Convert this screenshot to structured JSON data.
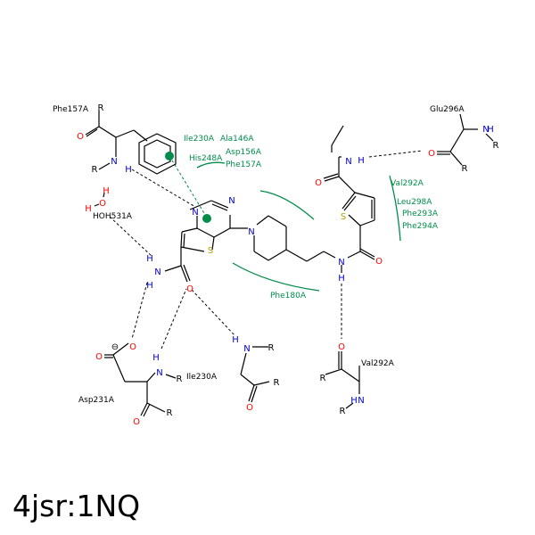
{
  "caption": "4jsr:1NQ",
  "colors": {
    "bond": "#000000",
    "nitrogen": "#0000cc",
    "oxygen": "#ff0000",
    "sulfur": "#b3a200",
    "hydrophobic": "#008c4a",
    "residue_label": "#000000"
  },
  "atoms": {
    "n": "N",
    "o": "O",
    "s": "S",
    "h": "H",
    "r": "R",
    "minus": "⊖"
  },
  "residues": {
    "phe157_left": "Phe157A",
    "hoh531": "HOH531A",
    "asp231": "Asp231A",
    "ile230_bottom": "Ile230A",
    "glu296": "Glu296A",
    "val292_bottom": "Val292A"
  },
  "hydrophobic_labels": {
    "ile230": "Ile230A",
    "ala146": "Ala146A",
    "his248": "His248A",
    "asp156": "Asp156A",
    "phe157": "Phe157A",
    "val292": "Val292A",
    "leu298": "Leu298A",
    "phe293": "Phe293A",
    "phe294": "Phe294A",
    "phe180": "Phe180A"
  }
}
